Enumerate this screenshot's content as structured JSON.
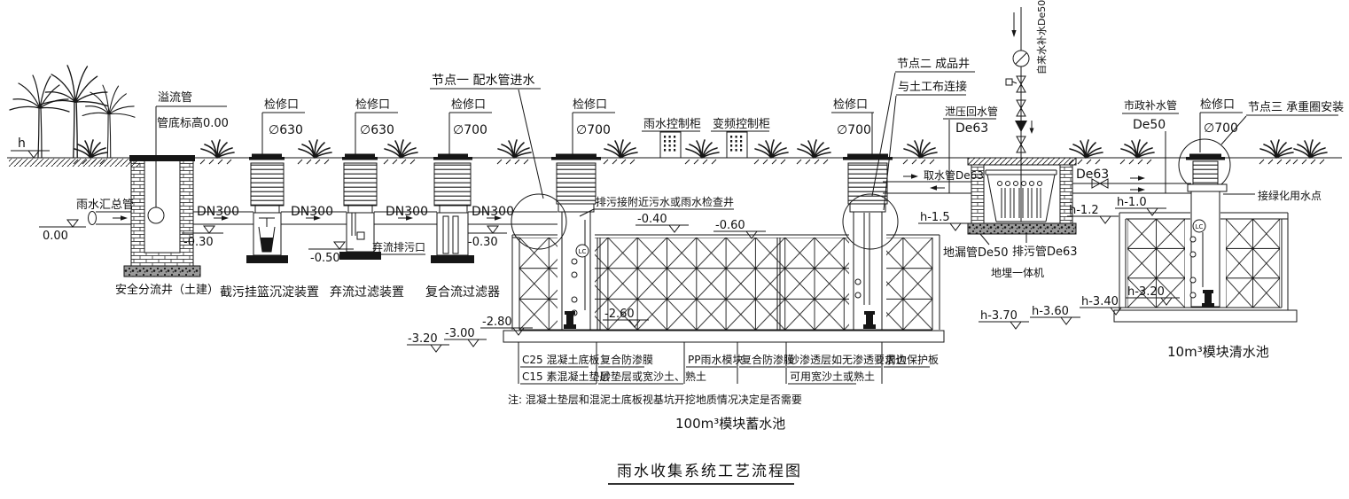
{
  "title": "雨水收集系统工艺流程图",
  "ground": {
    "height_marker": "h"
  },
  "inlet": {
    "overflow_pipe": "溢流管",
    "overflow_invert": "管底标高0.00",
    "rain_main_pipe": "雨水汇总管",
    "elev_zero": "0.00",
    "safety_well": "安全分流井（土建）"
  },
  "pre": {
    "access_port": "检修口",
    "dia630": "∅630",
    "dia700": "∅700",
    "dn300": "DN300",
    "basket_device": "截污挂篮沉淀装置",
    "discard_filter": "弃流过滤装置",
    "composite_filter": "复合流过滤器",
    "discard_outlet": "弃流排污口",
    "elev_030": "-0.30",
    "elev_050": "-0.50"
  },
  "cabinets": {
    "rain": "雨水控制柜",
    "vfd": "变频控制柜"
  },
  "nodes": {
    "n1": "节点一 配水管进水",
    "n2a": "节点二 成品井",
    "n2b": "与土工布连接",
    "n3": "节点三 承重圈安装"
  },
  "tank": {
    "sewage_note": "排污接附近污水或雨水检查井",
    "elev_040": "-0.40",
    "elev_060": "-0.60",
    "elev_260": "-2.60",
    "elev_280": "-2.80",
    "elev_300": "-3.00",
    "elev_320": "-3.20",
    "c25": "C25 混凝土底板",
    "c15": "C15 素混凝土垫层",
    "membrane": "复合防渗膜",
    "sand_cushion": "砂垫层或宽沙土、熟土",
    "pp_module": "PP雨水模块",
    "sand1": "砂渗透层如无渗透要求也",
    "sand2": "可用宽沙土或熟土",
    "protect": "周边保护板",
    "note": "注: 混凝土垫层和混泥土底板视基坑开挖地质情况决定是否需要",
    "name": "100m³模块蓄水池",
    "lc": "LC"
  },
  "machine": {
    "relief": "泄压回水管",
    "de63": "De63",
    "intake": "取水管De63",
    "tap": "自来水补水De50",
    "drain": "地漏管De50",
    "sewage": "排污管De63",
    "name": "地埋一体机",
    "h15": "h-1.5",
    "h12": "h-1.2",
    "h10": "h-1.0"
  },
  "clean": {
    "municipal": "市政补水管",
    "de50": "De50",
    "greening": "接绿化用水点",
    "h320": "h-3.20",
    "h340": "h-3.40",
    "h360": "h-3.60",
    "h370": "h-3.70",
    "name": "10m³模块清水池"
  }
}
